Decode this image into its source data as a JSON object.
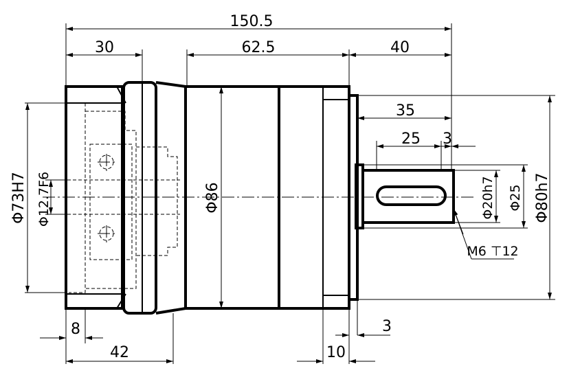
{
  "dimensions": {
    "overall_length": "150.5",
    "flange_length": "30",
    "body_length": "62.5",
    "shaft_length": "40",
    "shaft_to_key_end": "35",
    "key_length": "25",
    "key_offset": "3",
    "inner_dia": "Φ73H7",
    "input_bore": "Φ12.7F6",
    "body_dia": "Φ86",
    "shaft_dia": "Φ20h7",
    "shaft_shoulder_dia": "Φ25",
    "pilot_dia": "Φ80h7",
    "tap_thread": "M6 ⊤12",
    "bottom_8": "8",
    "bottom_42": "42",
    "bottom_10": "10",
    "bottom_3": "3"
  }
}
